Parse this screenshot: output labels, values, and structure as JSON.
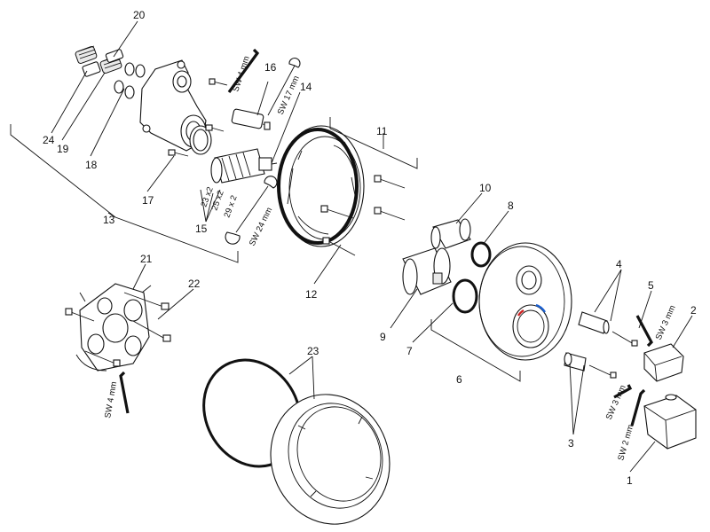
{
  "callouts": {
    "c1": "1",
    "c2": "2",
    "c3": "3",
    "c4": "4",
    "c5": "5",
    "c6": "6",
    "c7": "7",
    "c8": "8",
    "c9": "9",
    "c10": "10",
    "c11": "11",
    "c12": "12",
    "c13": "13",
    "c14": "14",
    "c15": "15",
    "c16": "16",
    "c17": "17",
    "c18": "18",
    "c19": "19",
    "c20": "20",
    "c21": "21",
    "c22": "22",
    "c23": "23",
    "c24": "24"
  },
  "tools": {
    "sw4_top": "SW 4 mm",
    "sw17": "SW 17 mm",
    "sw24": "SW 24 mm",
    "sw4_left": "SW 4 mm",
    "sw3_right": "SW 3 mm",
    "sw3_mid": "SW 3 mm",
    "sw2": "SW 2 mm"
  },
  "dims": {
    "d23": "23 x2",
    "d25": "25 x2",
    "d29": "29 x 2"
  }
}
